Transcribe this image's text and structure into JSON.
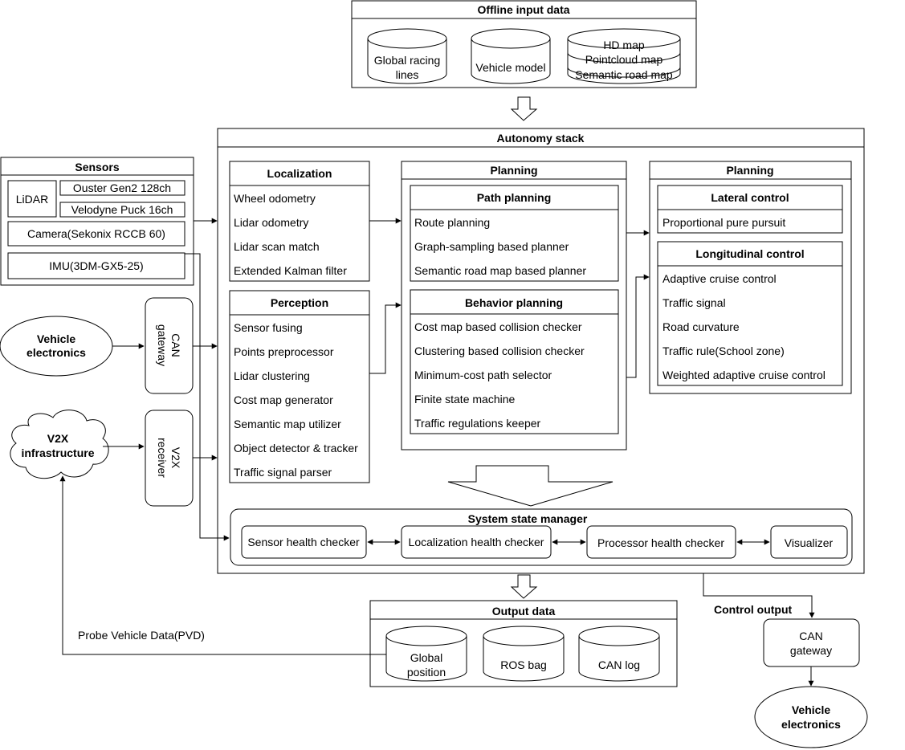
{
  "offline": {
    "title": "Offline input data",
    "global_racing_lines": [
      "Global racing",
      "lines"
    ],
    "vehicle_model": "Vehicle model",
    "hd_map": "HD map",
    "pointcloud_map": "Pointcloud map",
    "semantic_road_map": "Semantic road map"
  },
  "autonomy": {
    "title": "Autonomy stack"
  },
  "sensors": {
    "title": "Sensors",
    "lidar": "LiDAR",
    "ouster": "Ouster Gen2 128ch",
    "velodyne": "Velodyne Puck 16ch",
    "camera": "Camera(Sekonix RCCB 60)",
    "imu": "IMU(3DM-GX5-25)"
  },
  "vehicle_electronics_left": [
    "Vehicle",
    "electronics"
  ],
  "can_gateway_left": [
    "CAN",
    "gateway"
  ],
  "v2x_infra": [
    "V2X",
    "infrastructure"
  ],
  "v2x_receiver": [
    "V2X",
    "receiver"
  ],
  "localization": {
    "title": "Localization",
    "items": [
      "Wheel odometry",
      "Lidar odometry",
      "Lidar scan match",
      "Extended Kalman filter"
    ]
  },
  "perception": {
    "title": "Perception",
    "items": [
      "Sensor fusing",
      "Points preprocessor",
      "Lidar clustering",
      "Cost map generator",
      "Semantic map utilizer",
      "Object detector & tracker",
      "Traffic signal parser"
    ]
  },
  "planning_mid": {
    "title": "Planning",
    "path": {
      "title": "Path planning",
      "items": [
        "Route planning",
        "Graph-sampling based planner",
        "Semantic road map based planner"
      ]
    },
    "behavior": {
      "title": "Behavior planning",
      "items": [
        "Cost map based collision checker",
        "Clustering based collision checker",
        "Minimum-cost path selector",
        "Finite state machine",
        "Traffic regulations keeper"
      ]
    }
  },
  "planning_right": {
    "title": "Planning",
    "lateral": {
      "title": "Lateral control",
      "items": [
        "Proportional pure pursuit"
      ]
    },
    "longitudinal": {
      "title": "Longitudinal control",
      "items": [
        "Adaptive cruise control",
        "Traffic signal",
        "Road curvature",
        "Traffic rule(School zone)",
        "Weighted adaptive cruise control"
      ]
    }
  },
  "system_state": {
    "title": "System state manager",
    "sensor_health": "Sensor health checker",
    "localization_health": "Localization health checker",
    "processor_health": "Processor health checker",
    "visualizer": "Visualizer"
  },
  "output": {
    "title": "Output data",
    "global_position": [
      "Global",
      "position"
    ],
    "ros_bag": "ROS bag",
    "can_log": "CAN log"
  },
  "pvd_label": "Probe Vehicle Data(PVD)",
  "control_output": "Control output",
  "can_gateway_right": [
    "CAN",
    "gateway"
  ],
  "vehicle_electronics_right": [
    "Vehicle",
    "electronics"
  ]
}
